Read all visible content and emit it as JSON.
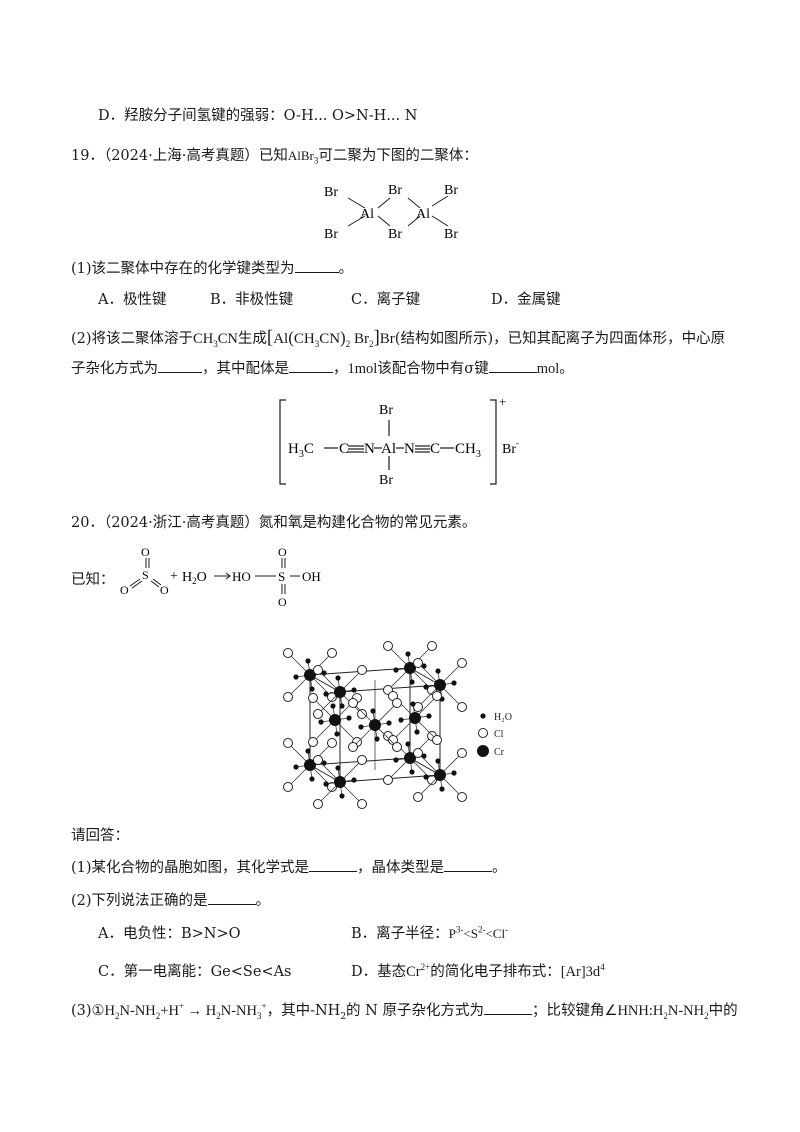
{
  "q18": {
    "d_option": "D．羟胺分子间氢键的强弱：O-H... O>N-H... N"
  },
  "q19": {
    "prefix": "19．（2024·上海·高考真题）已知",
    "mid": "可二聚为下图的二聚体：",
    "formula_main": "AlBr",
    "formula_sub": "3",
    "dimer": {
      "br": "Br",
      "al": "Al"
    },
    "part1": "(1)该二聚体中存在的化学键类型为",
    "part1_end": "。",
    "options": [
      "A．极性键",
      "B．非极性键",
      "C．离子键",
      "D．金属键"
    ],
    "part2_a": "(2)将该二聚体溶于",
    "part2_b": "生成",
    "part2_c": "(结构如图所示)，已知其配离子为四面体形，中心原",
    "part2_line2_a": "子杂化方式为",
    "part2_line2_b": "，其中配体是",
    "part2_line2_c": "，",
    "part2_line2_d": "1mol",
    "part2_line2_e": "该配合物中有σ键",
    "part2_line2_f": "mol",
    "part2_line2_g": "。",
    "complex": {
      "h3c": "H",
      "c": "C",
      "n": "N",
      "al": "Al",
      "br": "Br",
      "ch3": "CH",
      "charge": "+",
      "counter": "Br"
    }
  },
  "q20": {
    "title": "20．（2024·浙江·高考真题）氮和氧是构建化合物的常见元素。",
    "known": "已知：",
    "plus": "+",
    "water": "H",
    "water_o": "O",
    "acid": "HO",
    "acid_s": "S",
    "acid_oh": "OH",
    "o": "O",
    "s": "S",
    "legend": [
      "H₂O",
      "Cl",
      "Cr"
    ],
    "please": "请回答：",
    "p1_a": "(1)某化合物的晶胞如图，其化学式是",
    "p1_b": "，晶体类型是",
    "p1_c": "。",
    "p2": "(2)下列说法正确的是",
    "p2_end": "。",
    "optA": "A．电负性：B>N>O",
    "optB_a": "B．离子半径：",
    "optB_b": "P",
    "optB_c": "3-",
    "optB_d": "<S",
    "optB_e": "2-",
    "optB_f": "<Cl",
    "optB_g": "-",
    "optC": "C．第一电离能：Ge<Se<As",
    "optD_a": "D．基态",
    "optD_b": "Cr",
    "optD_c": "2+",
    "optD_d": "的简化电子排布式：",
    "optD_e": "[Ar]3d",
    "optD_f": "4",
    "p3_a": "(3)①",
    "p3_b": "H",
    "p3_c": "N-NH",
    "p3_d": "+H",
    "p3_e": "+",
    "p3_f": "→ H",
    "p3_g": "N-NH",
    "p3_h": "，其中-NH",
    "p3_i": "的 N 原子杂化方式为",
    "p3_j": "；比较键角",
    "p3_k": "∠HNH:H",
    "p3_l": "N-NH",
    "p3_m": "中的"
  }
}
